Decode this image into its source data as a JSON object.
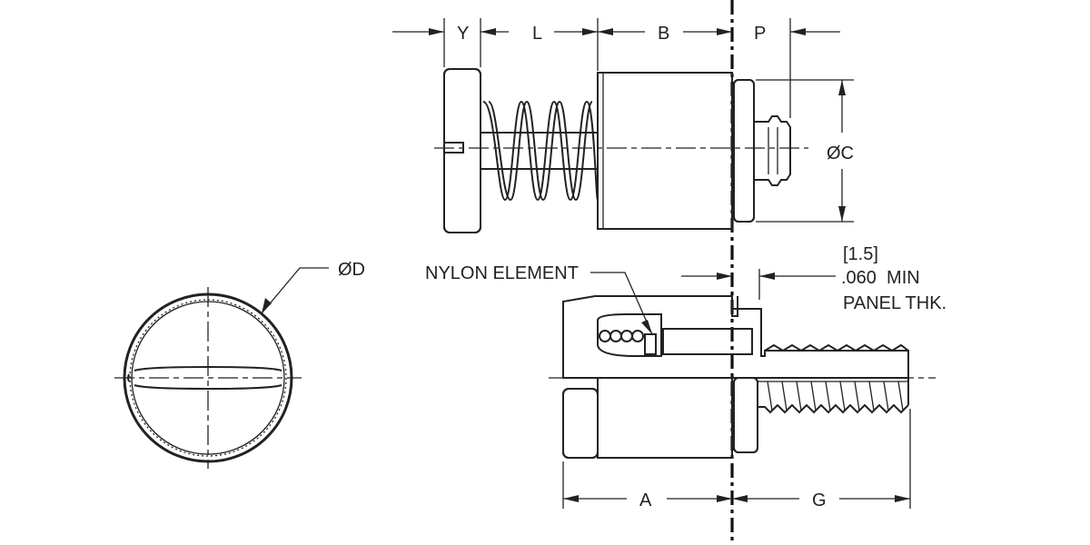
{
  "diagram": {
    "labels": {
      "y": "Y",
      "l": "L",
      "b": "B",
      "p": "P",
      "c": "ØC",
      "d": "ØD",
      "nylon": "NYLON ELEMENT",
      "panel_metric": "[1.5]",
      "panel_min": ".060  MIN",
      "panel_thk": "PANEL THK.",
      "a": "A",
      "g": "G"
    },
    "colors": {
      "line": "#222222",
      "background": "#ffffff"
    }
  }
}
